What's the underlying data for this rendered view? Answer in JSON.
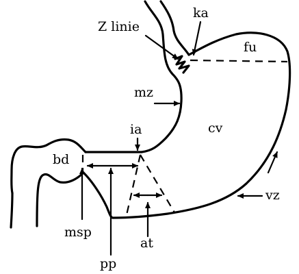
{
  "labels": {
    "z_linie": "Z linie",
    "ka": "ka",
    "fu": "fu",
    "mz": "mz",
    "cv": "cv",
    "ia": "ia",
    "bd": "bd",
    "msp": "msp",
    "pp": "pp",
    "at": "at",
    "vz": "vz"
  }
}
